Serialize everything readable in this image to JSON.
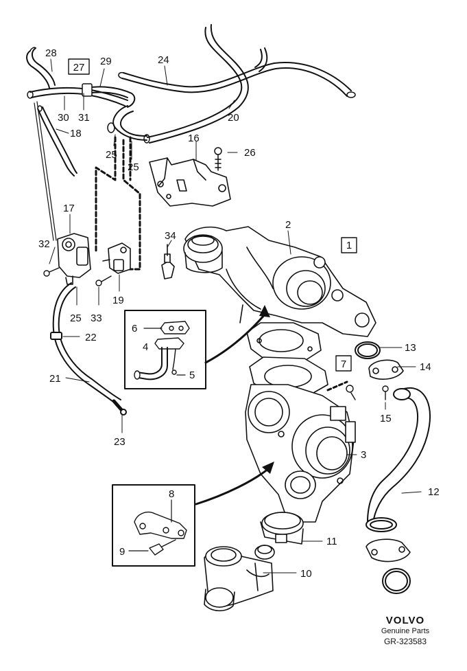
{
  "diagram": {
    "callouts": {
      "c1": "1",
      "c2": "2",
      "c3": "3",
      "c4": "4",
      "c5": "5",
      "c6": "6",
      "c7": "7",
      "c8": "8",
      "c9": "9",
      "c10": "10",
      "c11": "11",
      "c12": "12",
      "c13": "13",
      "c14": "14",
      "c15": "15",
      "c16": "16",
      "c17": "17",
      "c18": "18",
      "c19": "19",
      "c20": "20",
      "c21": "21",
      "c22": "22",
      "c23": "23",
      "c24": "24",
      "c25a": "25",
      "c25b": "25",
      "c25c": "25",
      "c26": "26",
      "c27": "27",
      "c28": "28",
      "c29": "29",
      "c30": "30",
      "c31": "31",
      "c32": "32",
      "c33": "33",
      "c34": "34"
    }
  },
  "footer": {
    "brand": "VOLVO",
    "subtitle": "Genuine Parts",
    "code": "GR-323583"
  }
}
